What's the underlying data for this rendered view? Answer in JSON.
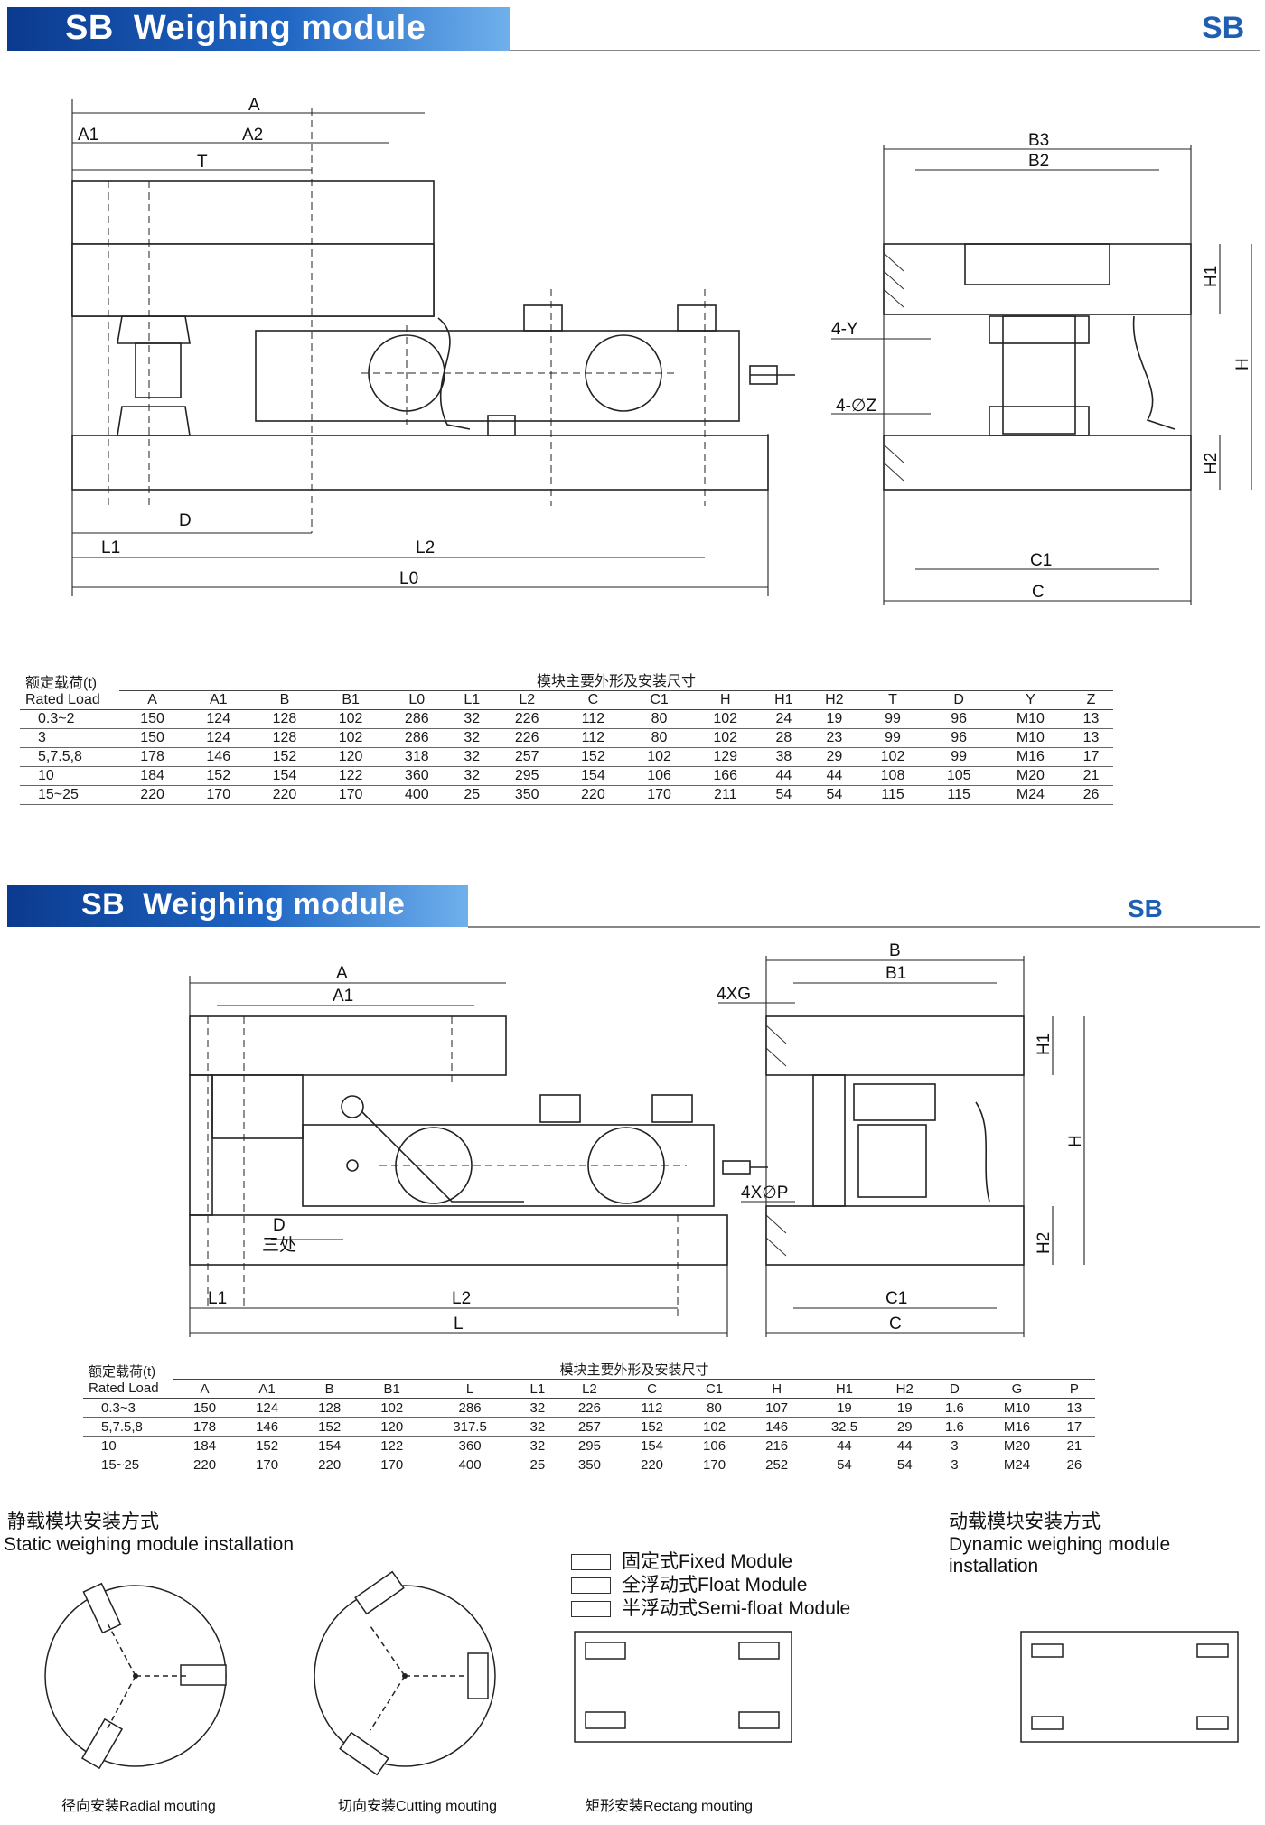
{
  "header1": {
    "title": "SB  Weighing module",
    "code": "SB"
  },
  "header2": {
    "title": "SB  Weighing module",
    "code": "SB"
  },
  "drawing1": {
    "front_labels": [
      "A",
      "A1",
      "A2",
      "T",
      "D",
      "L1",
      "L2",
      "L0"
    ],
    "side_labels": [
      "B3",
      "B2",
      "H1",
      "4-Y",
      "4-∅Z",
      "H",
      "H2",
      "C1",
      "C"
    ]
  },
  "drawing2": {
    "front_labels": [
      "A",
      "A1",
      "D",
      "三处",
      "L1",
      "L2",
      "L"
    ],
    "side_labels": [
      "B",
      "B1",
      "4XG",
      "H1",
      "H",
      "4X∅P",
      "H2",
      "C1",
      "C"
    ]
  },
  "table1": {
    "title": "模块主要外形及安装尺寸",
    "load_cn": "额定载荷(t)",
    "load_en": "Rated Load",
    "headers": [
      "A",
      "A1",
      "B",
      "B1",
      "L0",
      "L1",
      "L2",
      "C",
      "C1",
      "H",
      "H1",
      "H2",
      "T",
      "D",
      "Y",
      "Z"
    ],
    "rows": [
      [
        "0.3~2",
        "150",
        "124",
        "128",
        "102",
        "286",
        "32",
        "226",
        "112",
        "80",
        "102",
        "24",
        "19",
        "99",
        "96",
        "M10",
        "13"
      ],
      [
        "3",
        "150",
        "124",
        "128",
        "102",
        "286",
        "32",
        "226",
        "112",
        "80",
        "102",
        "28",
        "23",
        "99",
        "96",
        "M10",
        "13"
      ],
      [
        "5,7.5,8",
        "178",
        "146",
        "152",
        "120",
        "318",
        "32",
        "257",
        "152",
        "102",
        "129",
        "38",
        "29",
        "102",
        "99",
        "M16",
        "17"
      ],
      [
        "10",
        "184",
        "152",
        "154",
        "122",
        "360",
        "32",
        "295",
        "154",
        "106",
        "166",
        "44",
        "44",
        "108",
        "105",
        "M20",
        "21"
      ],
      [
        "15~25",
        "220",
        "170",
        "220",
        "170",
        "400",
        "25",
        "350",
        "220",
        "170",
        "211",
        "54",
        "54",
        "115",
        "115",
        "M24",
        "26"
      ]
    ]
  },
  "table2": {
    "title": "模块主要外形及安装尺寸",
    "load_cn": "额定载荷(t)",
    "load_en": "Rated Load",
    "headers": [
      "A",
      "A1",
      "B",
      "B1",
      "L",
      "L1",
      "L2",
      "C",
      "C1",
      "H",
      "H1",
      "H2",
      "D",
      "G",
      "P"
    ],
    "rows": [
      [
        "0.3~3",
        "150",
        "124",
        "128",
        "102",
        "286",
        "32",
        "226",
        "112",
        "80",
        "107",
        "19",
        "19",
        "1.6",
        "M10",
        "13"
      ],
      [
        "5,7.5,8",
        "178",
        "146",
        "152",
        "120",
        "317.5",
        "32",
        "257",
        "152",
        "102",
        "146",
        "32.5",
        "29",
        "1.6",
        "M16",
        "17"
      ],
      [
        "10",
        "184",
        "152",
        "154",
        "122",
        "360",
        "32",
        "295",
        "154",
        "106",
        "216",
        "44",
        "44",
        "3",
        "M20",
        "21"
      ],
      [
        "15~25",
        "220",
        "170",
        "220",
        "170",
        "400",
        "25",
        "350",
        "220",
        "170",
        "252",
        "54",
        "54",
        "3",
        "M24",
        "26"
      ]
    ]
  },
  "static": {
    "title_cn": "静载模块安装方式",
    "title_en": "Static weighing module installation"
  },
  "dynamic": {
    "title_cn": "动载模块安装方式",
    "title_en": "Dynamic weighing module installation"
  },
  "legend": {
    "fixed": "固定式Fixed Module",
    "float": "全浮动式Float Module",
    "semi": "半浮动式Semi-float  Module"
  },
  "captions": {
    "radial": "径向安装Radial mouting",
    "cutting": "切向安装Cutting mouting",
    "rectang": "矩形安装Rectang mouting"
  }
}
